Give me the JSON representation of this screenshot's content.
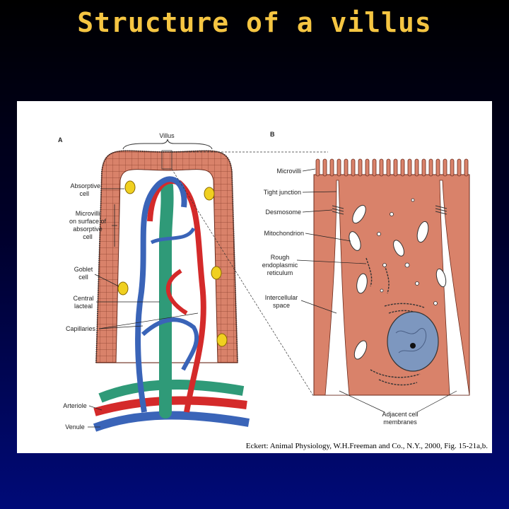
{
  "slide": {
    "title": "Structure of a villus"
  },
  "figure": {
    "panel_a": {
      "letter": "A",
      "villus_label": "Villus",
      "labels": {
        "absorptive_cell": [
          "Absorptive",
          "cell"
        ],
        "microvilli": [
          "Microvilli",
          "on surface of",
          "absorptive",
          "cell"
        ],
        "goblet_cell": [
          "Goblet",
          "cell"
        ],
        "central_lacteal": [
          "Central",
          "lacteal"
        ],
        "capillaries": "Capillaries",
        "arteriole": "Arteriole",
        "venule": "Venule"
      }
    },
    "panel_b": {
      "letter": "B",
      "labels": {
        "microvilli": "Microvilli",
        "tight_junction": "Tight junction",
        "desmosome": "Desmosome",
        "mitochondrion": "Mitochondrion",
        "rough_er": [
          "Rough",
          "endoplasmic",
          "reticulum"
        ],
        "intercellular_space": [
          "Intercellular",
          "space"
        ],
        "adjacent_membranes": [
          "Adjacent cell",
          "membranes"
        ]
      }
    },
    "caption": "Eckert: Animal Physiology, W.H.Freeman and Co., N.Y., 2000, Fig. 15-21a,b."
  },
  "colors": {
    "title": "#f5c542",
    "epithelium": "#d9826a",
    "artery": "#d42a2a",
    "vein": "#3a64b8",
    "lacteal": "#2f9a78",
    "goblet": "#f0d020",
    "nucleus": "#7d97bf"
  }
}
